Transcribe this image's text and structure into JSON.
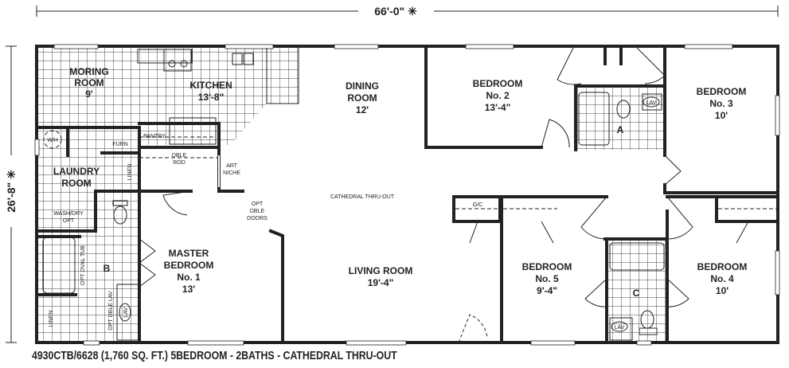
{
  "dimensions": {
    "width": "66'-0\" ✳",
    "depth": "26'-8\" ✳"
  },
  "rooms": {
    "morning": {
      "name": "MORING",
      "name2": "ROOM",
      "size": "9'"
    },
    "kitchen": {
      "name": "KITCHEN",
      "size": "13'-8\""
    },
    "dining": {
      "name": "DINING",
      "name2": "ROOM",
      "size": "12'"
    },
    "bedroom2": {
      "name": "BEDROOM",
      "no": "No. 2",
      "size": "13'-4\""
    },
    "bedroom3": {
      "name": "BEDROOM",
      "no": "No. 3",
      "size": "10'"
    },
    "laundry": {
      "name": "LAUNDRY",
      "name2": "ROOM"
    },
    "cathedral": "CATHEDRAL THRU-OUT",
    "living": {
      "name": "LIVING ROOM",
      "size": "19'-4\""
    },
    "master": {
      "name": "MASTER",
      "name2": "BEDROOM",
      "no": "No. 1",
      "size": "13'"
    },
    "bedroom5": {
      "name": "BEDROOM",
      "no": "No. 5",
      "size": "9'-4\""
    },
    "bedroom4": {
      "name": "BEDROOM",
      "no": "No. 4",
      "size": "10'"
    }
  },
  "fixtures": {
    "wh": "W/H",
    "furn": "FURN",
    "pantry": "PANTRY",
    "dble": "DBLE",
    "rod": "ROD",
    "art": "ART",
    "niche": "NICHE",
    "linen": "LINEN",
    "washdry": "WASH/DRY",
    "opt": "OPT",
    "dbledoors": "DBLE",
    "doors": "DOORS",
    "ovaltub": "OPT OVAL TUB",
    "bathB": "B",
    "dblelav": "OPT DBLE LAV",
    "lav": "LAV",
    "bathA": "A",
    "gc": "G/C",
    "bathC": "C"
  },
  "caption": "4930CTB/6628 (1,760 SQ. FT.) 5BEDROOM - 2BATHS - CATHEDRAL THRU-OUT"
}
